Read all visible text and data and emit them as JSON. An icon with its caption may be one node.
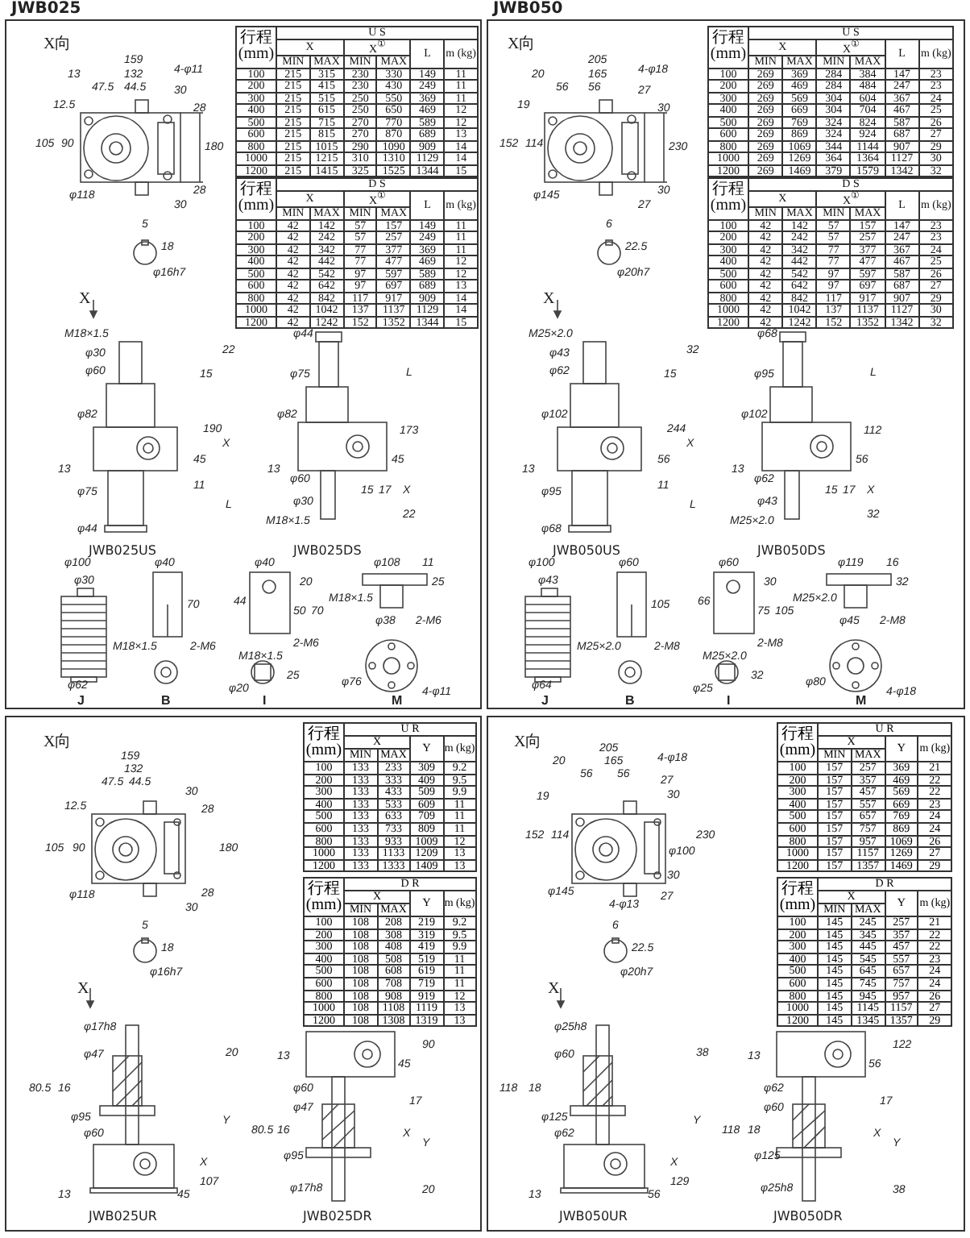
{
  "diagram": {
    "nodes": [
      {
        "text": [
          "JWB025"
        ]
      },
      {
        "text": [
          "JWB050"
        ]
      },
      {
        "text": [],
        "shape": "box"
      },
      {
        "text": [],
        "shape": "box"
      }
    ],
    "labels": [
      "X向",
      "159",
      "13",
      "132",
      "4-φ11",
      "47.5",
      "44.5",
      "30",
      "12.5",
      "28",
      "105",
      "90",
      "180",
      "28",
      "30",
      "φ118",
      "5",
      "18",
      "φ16h7",
      "X",
      "行程(mm)",
      "U S",
      "X",
      "X$^{①}$",
      "L",
      "m (kg)",
      "MIN",
      "MAX",
      "MIN",
      "MAX",
      "100",
      "215",
      "315",
      "230",
      "330",
      "149",
      "11",
      "200",
      "215",
      "415",
      "230",
      "430",
      "249",
      "11",
      "300",
      "215",
      "515",
      "250",
      "550",
      "369",
      "11",
      "400",
      "215",
      "615",
      "250",
      "650",
      "469",
      "12",
      "500",
      "215",
      "715",
      "270",
      "770",
      "589",
      "12",
      "600",
      "215",
      "815",
      "270",
      "870",
      "689",
      "13",
      "800",
      "215",
      "1015",
      "290",
      "1090",
      "909",
      "14",
      "1000",
      "215",
      "1215",
      "310",
      "1310",
      "1129",
      "14",
      "1200",
      "215",
      "1415",
      "325",
      "1525",
      "1344",
      "15",
      "行程(mm)",
      "D S",
      "X",
      "X$^{①}$",
      "L",
      "m (kg)",
      "MIN",
      "MAX",
      "MIN",
      "MAX",
      "100",
      "42",
      "142",
      "57",
      "157",
      "149",
      "11",
      "200",
      "42",
      "242",
      "57",
      "257",
      "249",
      "11",
      "300",
      "42",
      "342",
      "77",
      "377",
      "369",
      "11",
      "400",
      "42",
      "442",
      "77",
      "477",
      "469",
      "12",
      "500",
      "42",
      "542",
      "97",
      "597",
      "589",
      "12",
      "600",
      "42",
      "642",
      "97",
      "697",
      "689",
      "13",
      "800",
      "42",
      "842",
      "117",
      "917",
      "909",
      "14",
      "1000",
      "42",
      "1042",
      "137",
      "1137",
      "1129",
      "14",
      "1200",
      "42",
      "1242",
      "152",
      "1352",
      "1344",
      "15",
      "M18×1.5",
      "φ30",
      "22",
      "φ60",
      "15",
      "φ82",
      "190",
      "X",
      "13",
      "45",
      "φ75",
      "11",
      "L",
      "φ44",
      "JWB025US",
      "φ44",
      "φ75",
      "L",
      "φ82",
      "173",
      "13",
      "45",
      "φ60",
      "15",
      "17",
      "X",
      "φ30",
      "22",
      "M18×1.5",
      "JWB025DS",
      "φ100",
      "φ30",
      "φ62",
      "J",
      "φ40",
      "70",
      "M18×1.5",
      "2-M6",
      "B",
      "φ40",
      "44",
      "20",
      "50",
      "70",
      "2-M6",
      "M18×1.5",
      "25",
      "φ20",
      "I",
      "φ108",
      "11",
      "25",
      "M18×1.5",
      "φ38",
      "2-M6",
      "φ76",
      "4-φ11",
      "M",
      "X向",
      "205",
      "20",
      "165",
      "4-φ18",
      "56",
      "56",
      "27",
      "19",
      "30",
      "152",
      "114",
      "230",
      "30",
      "27",
      "φ145",
      "6",
      "22.5",
      "φ20h7",
      "X",
      "行程(mm)",
      "U S",
      "X",
      "X$^{①}$",
      "L",
      "m (kg)",
      "MIN",
      "MAX",
      "MIN",
      "MAX",
      "100",
      "269",
      "369",
      "284",
      "384",
      "147",
      "23",
      "200",
      "269",
      "469",
      "284",
      "484",
      "247",
      "23",
      "300",
      "269",
      "569",
      "304",
      "604",
      "367",
      "24",
      "400",
      "269",
      "669",
      "304",
      "704",
      "467",
      "25",
      "500",
      "269",
      "769",
      "324",
      "824",
      "587",
      "26",
      "600",
      "269",
      "869",
      "324",
      "924",
      "687",
      "27",
      "800",
      "269",
      "1069",
      "344",
      "1144",
      "907",
      "29",
      "1000",
      "269",
      "1269",
      "364",
      "1364",
      "1127",
      "30",
      "1200",
      "269",
      "1469",
      "379",
      "1579",
      "1342",
      "32",
      "行程(mm)",
      "D S",
      "X",
      "X$^{①}$",
      "L",
      "m (kg)",
      "MIN",
      "MAX",
      "MIN",
      "MAX",
      "100",
      "42",
      "142",
      "57",
      "157",
      "147",
      "23",
      "200",
      "42",
      "242",
      "57",
      "257",
      "247",
      "23",
      "300",
      "42",
      "342",
      "77",
      "377",
      "367",
      "24",
      "400",
      "42",
      "442",
      "77",
      "477",
      "467",
      "25",
      "500",
      "42",
      "542",
      "97",
      "597",
      "587",
      "26",
      "600",
      "42",
      "642",
      "97",
      "697",
      "687",
      "27",
      "800",
      "42",
      "842",
      "117",
      "917",
      "907",
      "29",
      "1000",
      "42",
      "1042",
      "137",
      "1137",
      "1127",
      "30",
      "1200",
      "42",
      "1242",
      "152",
      "1352",
      "1342",
      "32",
      "M25×2.0",
      "φ43",
      "32",
      "φ62",
      "15",
      "φ102",
      "244",
      "X",
      "13",
      "56",
      "φ95",
      "11",
      "L",
      "φ68",
      "JWB050US",
      "φ68",
      "φ95",
      "L",
      "φ102",
      "112",
      "13",
      "56",
      "φ62",
      "15",
      "17",
      "X",
      "φ43",
      "32",
      "M25×2.0",
      "JWB050DS",
      "φ100",
      "φ43",
      "φ64",
      "J",
      "φ60",
      "105",
      "M25×2.0",
      "2-M8",
      "B",
      "φ60",
      "66",
      "30",
      "75",
      "105",
      "2-M8",
      "M25×2.0",
      "32",
      "φ25",
      "I",
      "φ119",
      "16",
      "32",
      "M25×2.0",
      "φ45",
      "2-M8",
      "φ80",
      "4-φ18",
      "M",
      "X向",
      "159",
      "132",
      "47.5",
      "44.5",
      "30",
      "12.5",
      "28",
      "105",
      "90",
      "180",
      "28",
      "30",
      "φ118",
      "5",
      "18",
      "φ16h7",
      "X",
      "行程(mm)",
      "U R",
      "X",
      "Y",
      "m (kg)",
      "MIN",
      "MAX",
      "100",
      "133",
      "233",
      "309",
      "9.2",
      "200",
      "133",
      "333",
      "409",
      "9.5",
      "300",
      "133",
      "433",
      "509",
      "9.9",
      "400",
      "133",
      "533",
      "609",
      "11",
      "500",
      "133",
      "633",
      "709",
      "11",
      "600",
      "133",
      "733",
      "809",
      "11",
      "800",
      "133",
      "933",
      "1009",
      "12",
      "1000",
      "133",
      "1133",
      "1209",
      "13",
      "1200",
      "133",
      "1333",
      "1409",
      "13",
      "行程(mm)",
      "D R",
      "X",
      "Y",
      "m (kg)",
      "MIN",
      "MAX",
      "100",
      "108",
      "208",
      "219",
      "9.2",
      "200",
      "108",
      "308",
      "319",
      "9.5",
      "300",
      "108",
      "408",
      "419",
      "9.9",
      "400",
      "108",
      "508",
      "519",
      "11",
      "500",
      "108",
      "608",
      "619",
      "11",
      "600",
      "108",
      "708",
      "719",
      "11",
      "800",
      "108",
      "908",
      "919",
      "12",
      "1000",
      "108",
      "1108",
      "1119",
      "13",
      "1200",
      "108",
      "1308",
      "1319",
      "13",
      "φ17h8",
      "φ47",
      "20",
      "80.5",
      "16",
      "φ95",
      "Y",
      "φ60",
      "X",
      "107",
      "13",
      "45",
      "JWB025UR",
      "13",
      "45",
      "90",
      "φ60",
      "17",
      "φ47",
      "X",
      "Y",
      "80.5",
      "16",
      "φ95",
      "φ17h8",
      "20",
      "JWB025DR",
      "X向",
      "205",
      "20",
      "165",
      "4-φ18",
      "56",
      "56",
      "27",
      "19",
      "30",
      "152",
      "114",
      "230",
      "φ100",
      "30",
      "27",
      "φ145",
      "4-φ13",
      "6",
      "22.5",
      "φ20h7",
      "X",
      "行程(mm)",
      "U R",
      "X",
      "Y",
      "m (kg)",
      "MIN",
      "MAX",
      "100",
      "157",
      "257",
      "369",
      "21",
      "200",
      "157",
      "357",
      "469",
      "22",
      "300",
      "157",
      "457",
      "569",
      "22",
      "400",
      "157",
      "557",
      "669",
      "23",
      "500",
      "157",
      "657",
      "769",
      "24",
      "600",
      "157",
      "757",
      "869",
      "24",
      "800",
      "157",
      "957",
      "1069",
      "26",
      "1000",
      "157",
      "1157",
      "1269",
      "27",
      "1200",
      "157",
      "1357",
      "1469",
      "29",
      "行程(mm)",
      "D R",
      "X",
      "Y",
      "m (kg)",
      "MIN",
      "MAX",
      "100",
      "145",
      "245",
      "257",
      "21",
      "200",
      "145",
      "345",
      "357",
      "22",
      "300",
      "145",
      "445",
      "457",
      "22",
      "400",
      "145",
      "545",
      "557",
      "23",
      "500",
      "145",
      "645",
      "657",
      "24",
      "600",
      "145",
      "745",
      "757",
      "24",
      "800",
      "145",
      "945",
      "957",
      "26",
      "1000",
      "145",
      "1145",
      "1157",
      "27",
      "1200",
      "145",
      "1345",
      "1357",
      "29",
      "φ25h8",
      "φ60",
      "38",
      "118",
      "18",
      "φ125",
      "Y",
      "φ62",
      "X",
      "129",
      "13",
      "56",
      "JWB050UR",
      "13",
      "56",
      "122",
      "φ62",
      "17",
      "φ60",
      "X",
      "Y",
      "118",
      "18",
      "φ125",
      "φ25h8",
      "38",
      "JWB050DR"
    ]
  }
}
